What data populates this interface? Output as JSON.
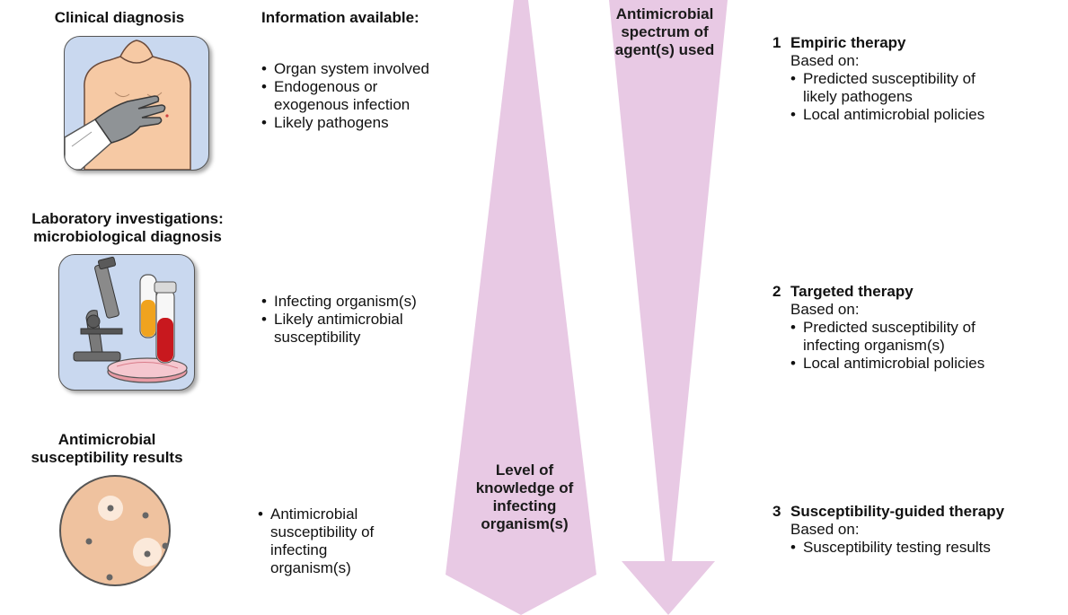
{
  "colors": {
    "arrow_fill": "#e8c9e4",
    "tile_bg": "#c9d8ef",
    "skin": "#f6c9a4",
    "petri": "#efc29f"
  },
  "stages": [
    {
      "heading": "Clinical diagnosis",
      "icon": "clinical-examination-icon",
      "bullets": [
        "Organ system involved",
        "Endogenous or exogenous infection",
        "Likely pathogens"
      ]
    },
    {
      "heading": "Laboratory investigations: microbiological diagnosis",
      "icon": "laboratory-microscope-icon",
      "bullets": [
        "Infecting organism(s)",
        "Likely antimicrobial susceptibility"
      ]
    },
    {
      "heading": "Antimicrobial susceptibility results",
      "icon": "petri-dish-icon",
      "bullets": [
        "Antimicrobial susceptibility of infecting organism(s)"
      ]
    }
  ],
  "info_heading": "Information available:",
  "arrows": {
    "knowledge": "Level of knowledge of infecting organism(s)",
    "spectrum": "Antimicrobial spectrum of agent(s) used"
  },
  "therapies": [
    {
      "number": "1",
      "title": "Empiric therapy",
      "based_on": "Based on:",
      "bullets": [
        "Predicted susceptibility of likely pathogens",
        "Local antimicrobial policies"
      ]
    },
    {
      "number": "2",
      "title": "Targeted therapy",
      "based_on": "Based on:",
      "bullets": [
        "Predicted susceptibility of infecting organism(s)",
        "Local antimicrobial policies"
      ]
    },
    {
      "number": "3",
      "title": "Susceptibility-guided therapy",
      "based_on": "Based on:",
      "bullets": [
        "Susceptibility testing results"
      ]
    }
  ]
}
